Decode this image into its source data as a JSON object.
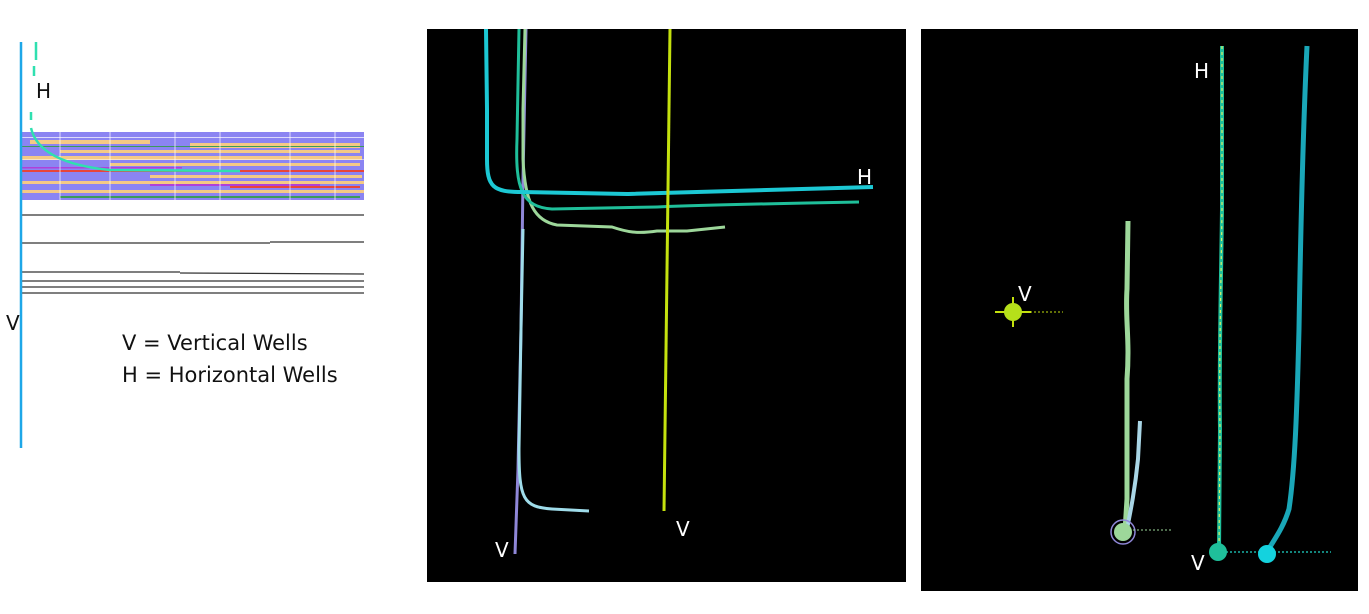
{
  "cross_section": {
    "label_h": "H",
    "label_v": "V",
    "legend": {
      "line1": "V = Vertical Wells",
      "line2": "H = Horizontal Wells"
    },
    "colors": {
      "vertical_well": "#1ea7e8",
      "horizontal_well": "#2fe0b0",
      "layer_blue": "#8b84f2",
      "layer_orange": "#f4c985",
      "layer_red": "#e8453a",
      "layer_purple": "#b040d8",
      "layer_green": "#3c9a5a"
    }
  },
  "view_3d_side": {
    "label_h": "H",
    "label_v_left": "V",
    "label_v_right": "V",
    "background": "#000000"
  },
  "view_3d_top": {
    "label_h": "H",
    "label_v_mid": "V",
    "label_v_bottom": "V",
    "background": "#000000"
  }
}
